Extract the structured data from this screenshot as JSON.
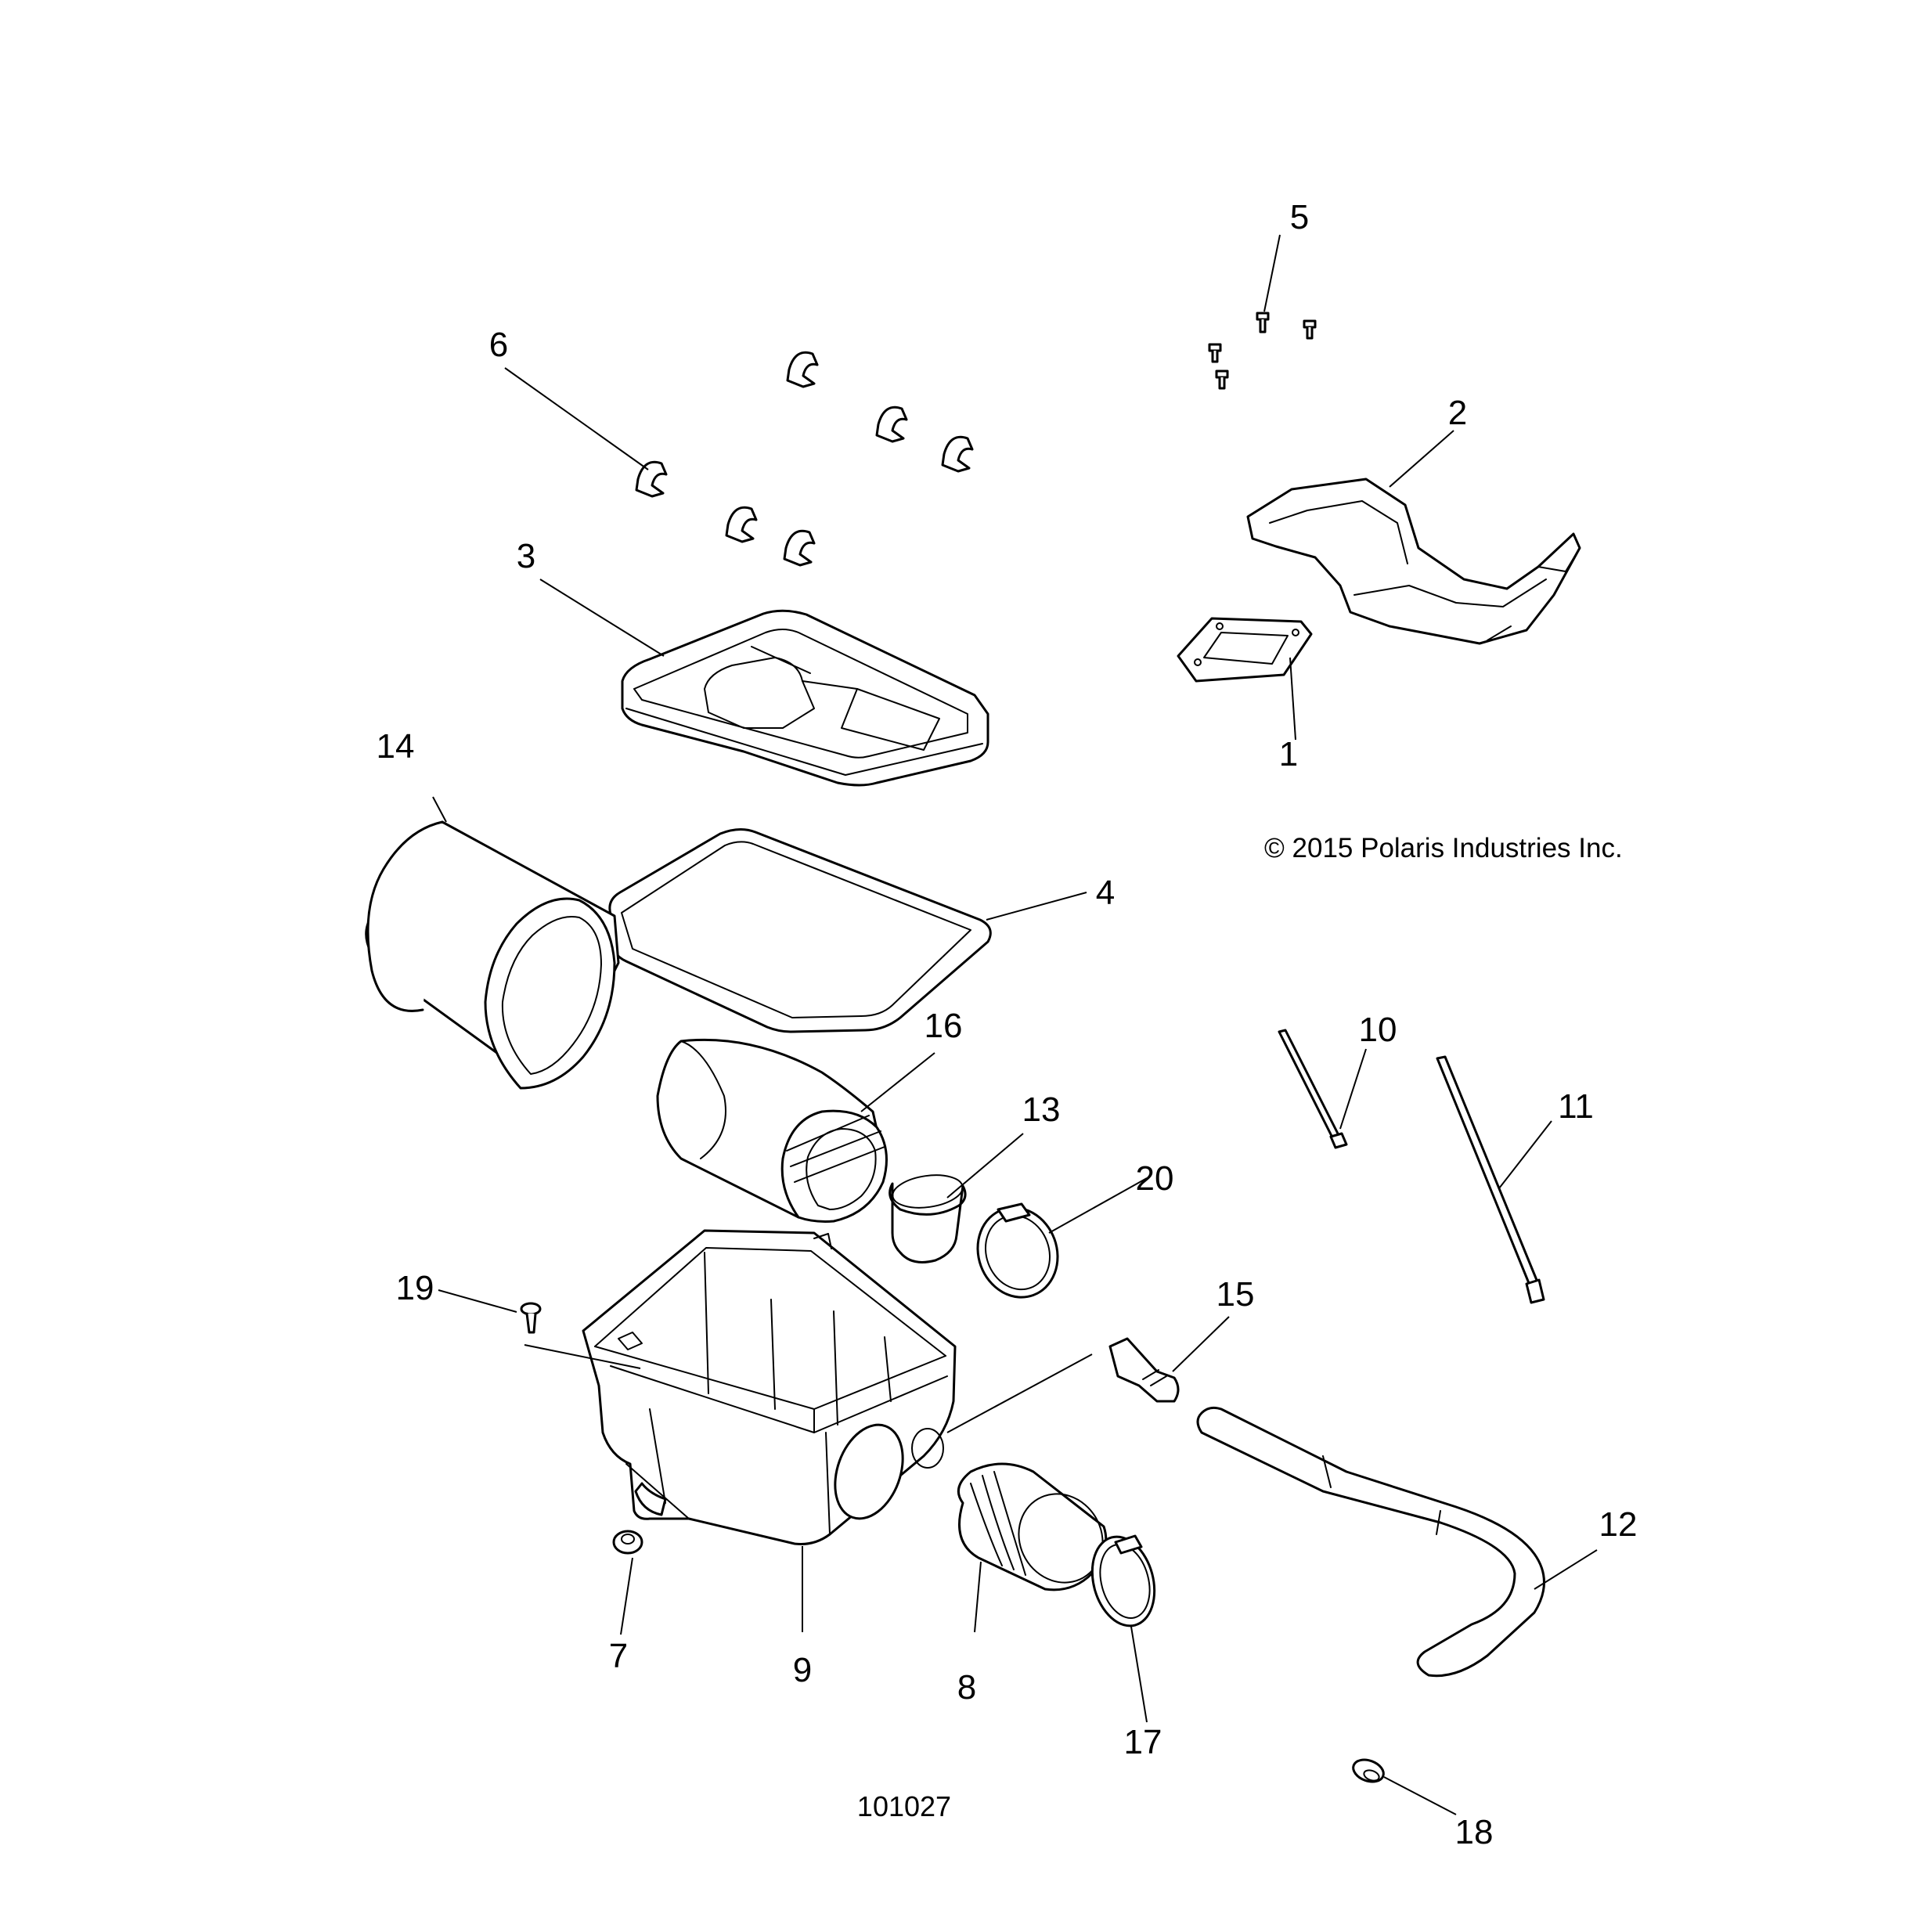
{
  "copyright": "© 2015 Polaris Industries Inc.",
  "figure_number": "101027",
  "callouts": [
    "1",
    "2",
    "3",
    "4",
    "5",
    "6",
    "7",
    "8",
    "9",
    "10",
    "11",
    "12",
    "13",
    "14",
    "15",
    "16",
    "17",
    "18",
    "19",
    "20"
  ]
}
